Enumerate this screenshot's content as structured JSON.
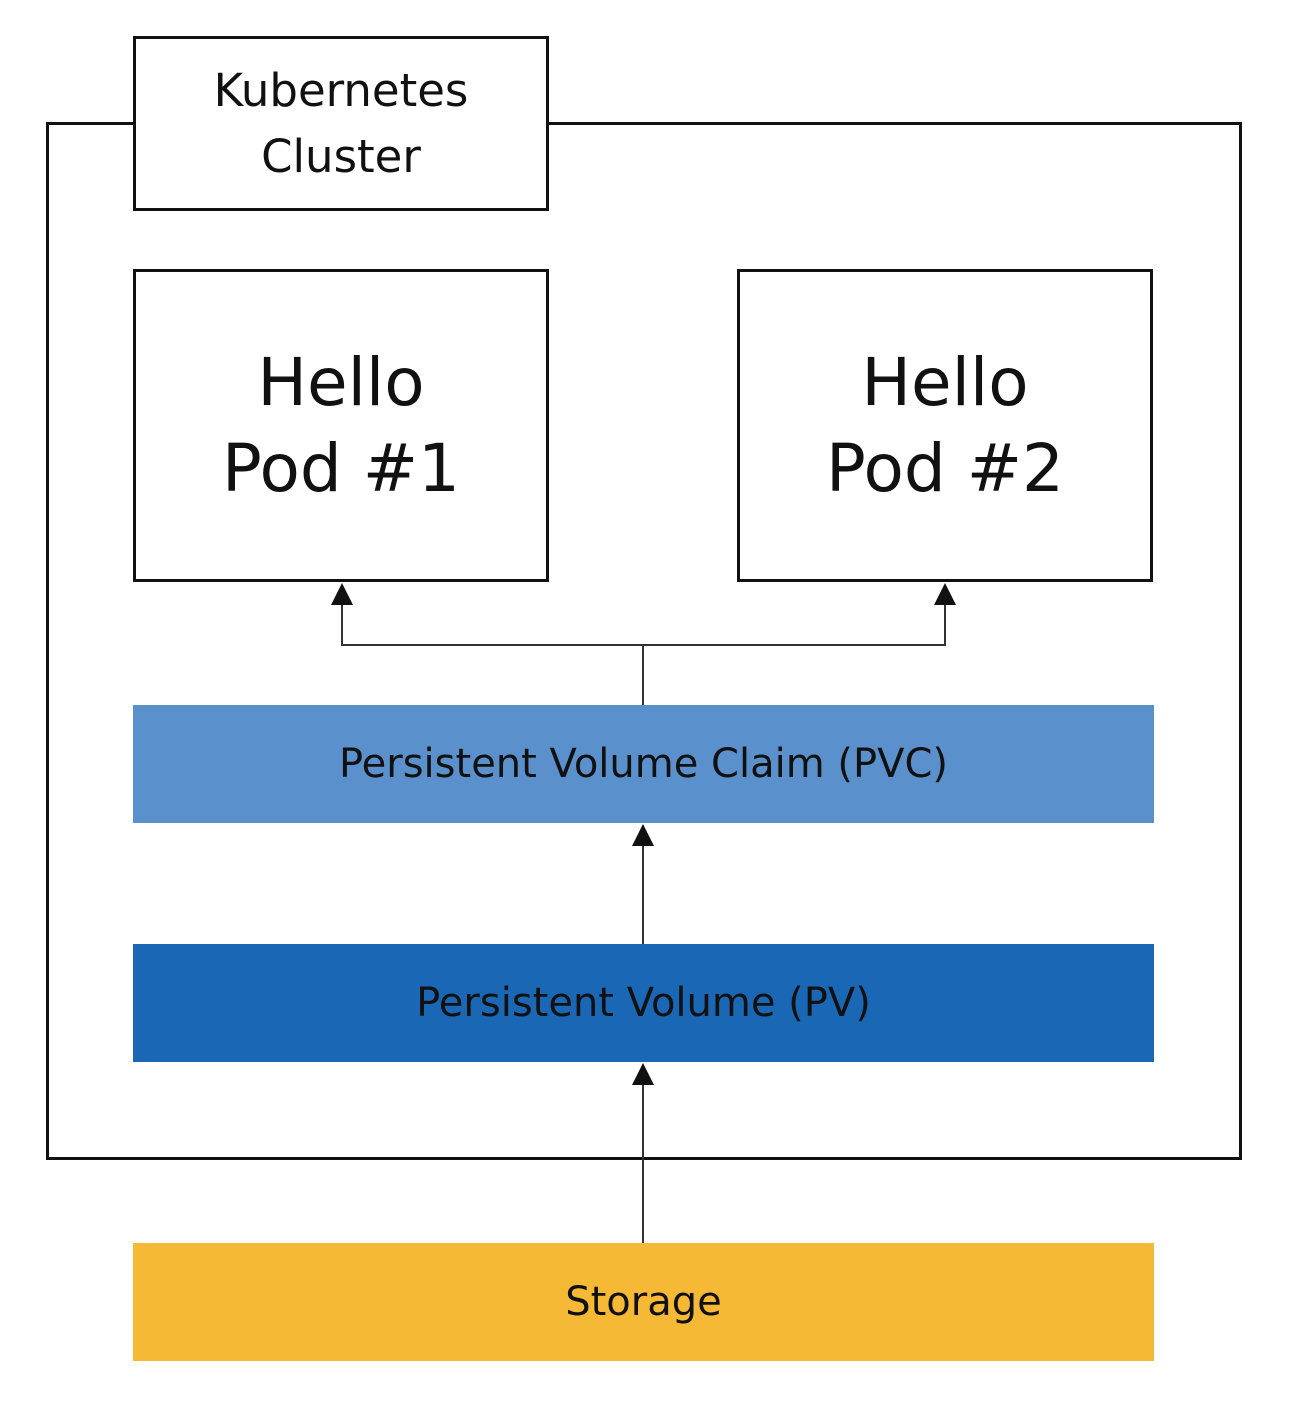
{
  "cluster": {
    "label_line1": "Kubernetes",
    "label_line2": "Cluster"
  },
  "pods": [
    {
      "line1": "Hello",
      "line2": "Pod #1"
    },
    {
      "line1": "Hello",
      "line2": "Pod #2"
    }
  ],
  "pvc": {
    "label": "Persistent Volume Claim (PVC)"
  },
  "pv": {
    "label": "Persistent Volume (PV)"
  },
  "storage": {
    "label": "Storage"
  },
  "colors": {
    "pvc": "#5a90cb",
    "pv": "#1a67b5",
    "storage": "#f6b936",
    "border": "#111111"
  }
}
